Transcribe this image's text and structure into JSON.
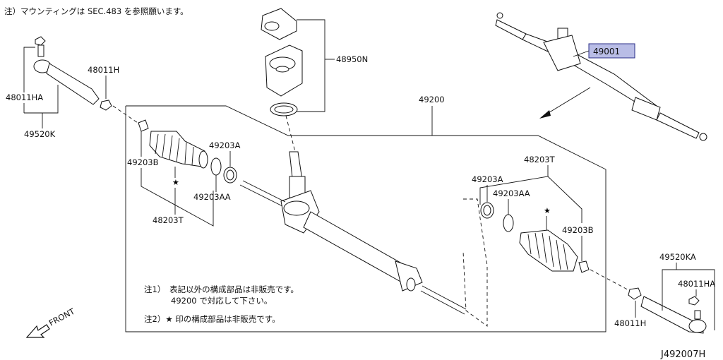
{
  "notes": {
    "mounting": "注）マウンティングは SEC.483 を参照願います。",
    "note1_line1": "注1）　表記以外の構成部品は非販売です。",
    "note1_line2": "49200 で対応して下さい。",
    "note2": "注2）★ 印の構成部品は非販売です。"
  },
  "labels": {
    "p49001": "49001",
    "p48950N": "48950N",
    "p49200": "49200",
    "p48011H_left": "48011H",
    "p48011HA_left": "48011HA",
    "p49520K": "49520K",
    "p49203B_left": "49203B",
    "p49203A_left": "49203A",
    "p49203AA_left": "49203AA",
    "p48203T_left": "48203T",
    "p48203T_right": "48203T",
    "p49203A_right": "49203A",
    "p49203AA_right": "49203AA",
    "p49203B_right": "49203B",
    "p49520KA": "49520KA",
    "p48011HA_right": "48011HA",
    "p48011H_right": "48011H",
    "front": "FRONT",
    "diagram_code": "J492007H"
  },
  "star": "★",
  "colors": {
    "highlight": "#b9bde6",
    "highlight_border": "#2b2f88"
  }
}
